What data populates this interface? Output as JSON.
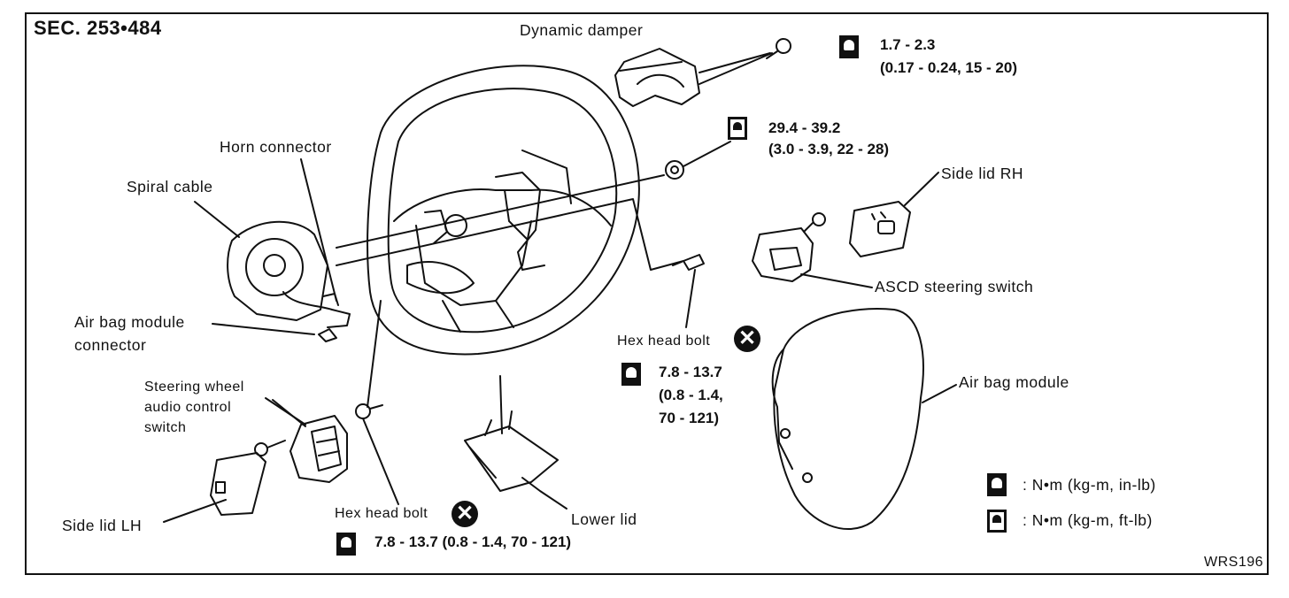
{
  "section": "SEC. 253•484",
  "figure_id": "WRS196",
  "parts": {
    "dynamic_damper": "Dynamic damper",
    "horn_connector": "Horn connector",
    "spiral_cable": "Spiral cable",
    "air_bag_module_connector_1": "Air bag module",
    "air_bag_module_connector_2": "connector",
    "audio_switch_1": "Steering wheel",
    "audio_switch_2": "audio control",
    "audio_switch_3": "switch",
    "side_lid_lh": "Side lid LH",
    "side_lid_rh": "Side lid RH",
    "ascd_switch": "ASCD steering switch",
    "air_bag_module": "Air bag module",
    "lower_lid": "Lower lid",
    "hex_bolt_right": "Hex head bolt",
    "hex_bolt_bottom": "Hex head bolt"
  },
  "torques": {
    "damper_1": "1.7 - 2.3",
    "damper_2": "(0.17 - 0.24, 15 - 20)",
    "nut_1": "29.4 - 39.2",
    "nut_2": "(3.0 - 3.9, 22 - 28)",
    "hex_right_1": "7.8 - 13.7",
    "hex_right_2": "(0.8 - 1.4,",
    "hex_right_3": "70 - 121)",
    "hex_bottom": "7.8 - 13.7 (0.8 - 1.4, 70 - 121)"
  },
  "legend": {
    "in_lb": ": N•m (kg-m, in-lb)",
    "ft_lb": ": N•m (kg-m, ft-lb)"
  },
  "icons": {
    "torque_in_lb": "torque-wrench-filled-icon",
    "torque_ft_lb": "torque-wrench-open-icon",
    "do_not_reuse": "circled-x-icon"
  },
  "x_mark": "✕"
}
